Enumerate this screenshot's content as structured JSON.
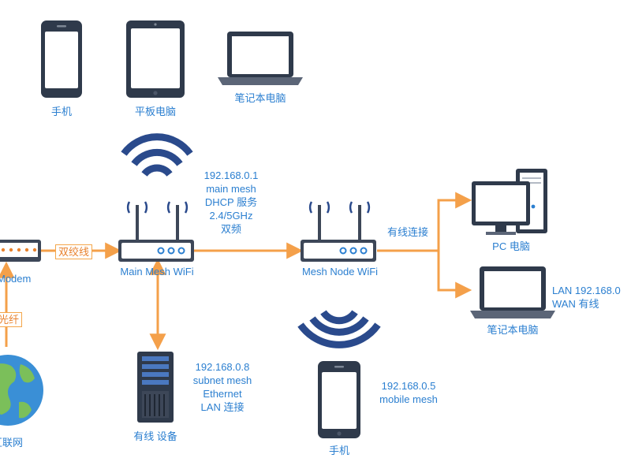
{
  "colors": {
    "blue_label": "#2b7fd0",
    "link_orange": "#f4a04a",
    "device_dark": "#2f3a4b",
    "router_body": "#3d4758",
    "wifi_blue": "#2a4a8c"
  },
  "devices": {
    "phone_top": {
      "label": "手机",
      "icon": "smartphone-icon"
    },
    "tablet_top": {
      "label": "平板电脑",
      "icon": "tablet-icon"
    },
    "laptop_top": {
      "label": "笔记本电脑",
      "icon": "laptop-icon"
    },
    "modem": {
      "label": "Modem",
      "icon": "modem-icon"
    },
    "globe": {
      "label": "互联网",
      "icon": "globe-icon"
    },
    "router_main": {
      "label": "Main Mesh WiFi",
      "icon": "router-icon"
    },
    "router_sub": {
      "label": "Mesh Node WiFi",
      "icon": "router-icon"
    },
    "server": {
      "label": "有线 设备",
      "icon": "server-icon"
    },
    "phone_bottom": {
      "label": "手机",
      "icon": "smartphone-icon"
    },
    "pc": {
      "label": "PC 电脑",
      "icon": "desktop-pc-icon"
    },
    "laptop_right": {
      "label": "笔记本电脑",
      "icon": "laptop-icon"
    }
  },
  "annotations": {
    "router_main_note": "192.168.0.1\nmain mesh\nDHCP 服务\n2.4/5GHz\n双频",
    "server_note": "192.168.0.8\nsubnet mesh\nEthernet\nLAN 连接",
    "phone_bottom_note": "192.168.0.5\nmobile mesh",
    "laptop_right_note": "LAN 192.168.0\nWAN 有线",
    "link_modem_router": "双绞线",
    "link_globe_modem": "光纤",
    "link_sub_right": "有线连接"
  }
}
